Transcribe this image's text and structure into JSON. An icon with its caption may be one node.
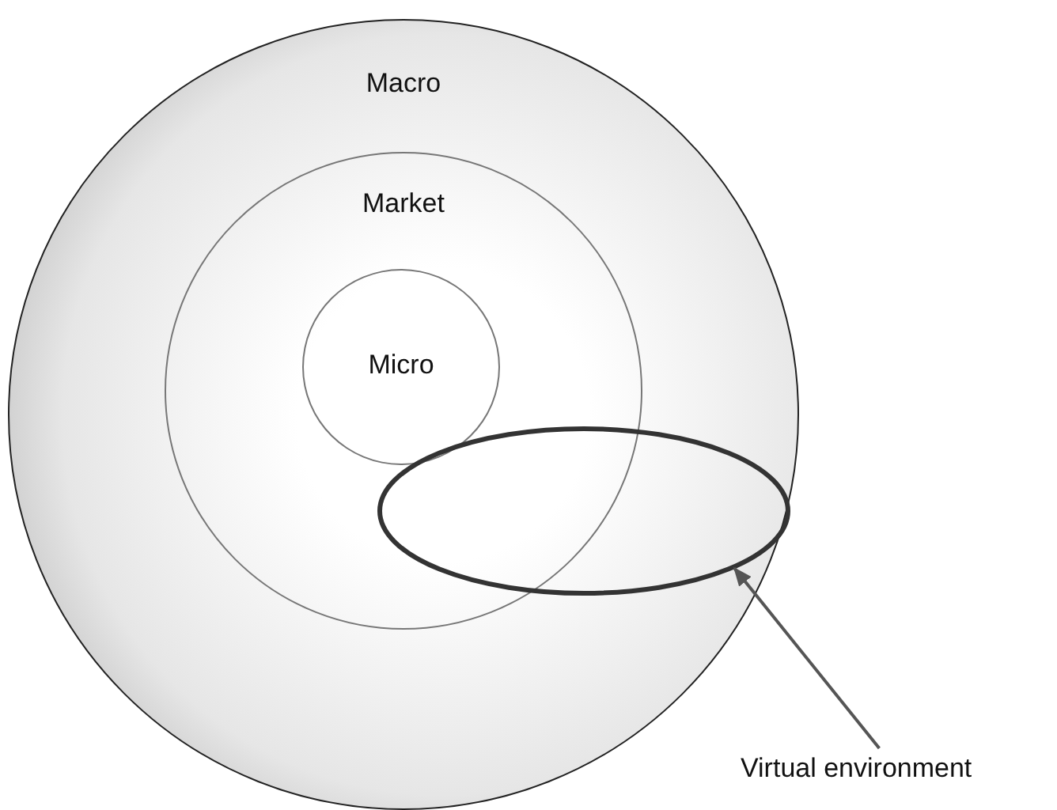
{
  "diagram": {
    "nodes": [
      {
        "text": [
          "Macro"
        ]
      },
      {
        "text": [
          "Market"
        ],
        "in": 0
      },
      {
        "text": [
          "Micro"
        ],
        "in": 1
      },
      {
        "text": [],
        "shape": "ellipse",
        "in": 0
      },
      {
        "text": [
          "Virtual environment"
        ]
      }
    ],
    "edges": [
      {
        "from": 4,
        "to": 3,
        "arrow": "to"
      }
    ]
  }
}
